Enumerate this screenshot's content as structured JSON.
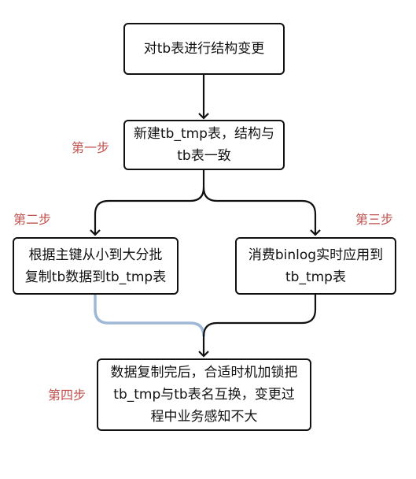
{
  "nodes": {
    "start": {
      "lines": [
        "对tb表进行结构变更"
      ]
    },
    "create": {
      "lines": [
        "新建tb_tmp表，结构与",
        "tb表一致"
      ]
    },
    "copy": {
      "lines": [
        "根据主键从小到大分批",
        "复制tb数据到tb_tmp表"
      ]
    },
    "binlog": {
      "lines": [
        "消费binlog实时应用到",
        "tb_tmp表"
      ]
    },
    "swap": {
      "lines": [
        "数据复制完后，合适时机加锁把",
        "tb_tmp与tb表名互换，变更过",
        "程中业务感知不大"
      ]
    }
  },
  "steps": {
    "step1": "第一步",
    "step2": "第二步",
    "step3": "第三步",
    "step4": "第四步"
  },
  "colors": {
    "step_label": "#c0504d",
    "line": "#111111",
    "highlight_line": "#9fb8d6"
  }
}
